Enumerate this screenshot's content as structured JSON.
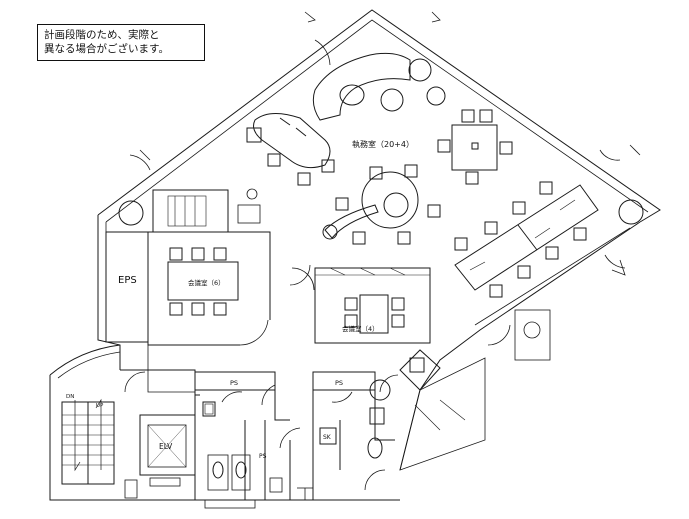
{
  "note": {
    "line1": "計画段階のため、実際と",
    "line2": "異なる場合がございます。"
  },
  "rooms": {
    "office": "執務室（20+4）",
    "meeting_large": "会議室（6）",
    "meeting_small": "会議室（4）",
    "eps": "EPS",
    "elevator": "ELV",
    "ps_left": "PS",
    "ps_right": "PS",
    "ps_corridor": "PS",
    "kitchen": "SK"
  },
  "stairs": {
    "down": "DN",
    "up": "UP"
  },
  "colors": {
    "line": "#1a1a1a",
    "light_line": "#555555",
    "fill": "#ffffff"
  }
}
